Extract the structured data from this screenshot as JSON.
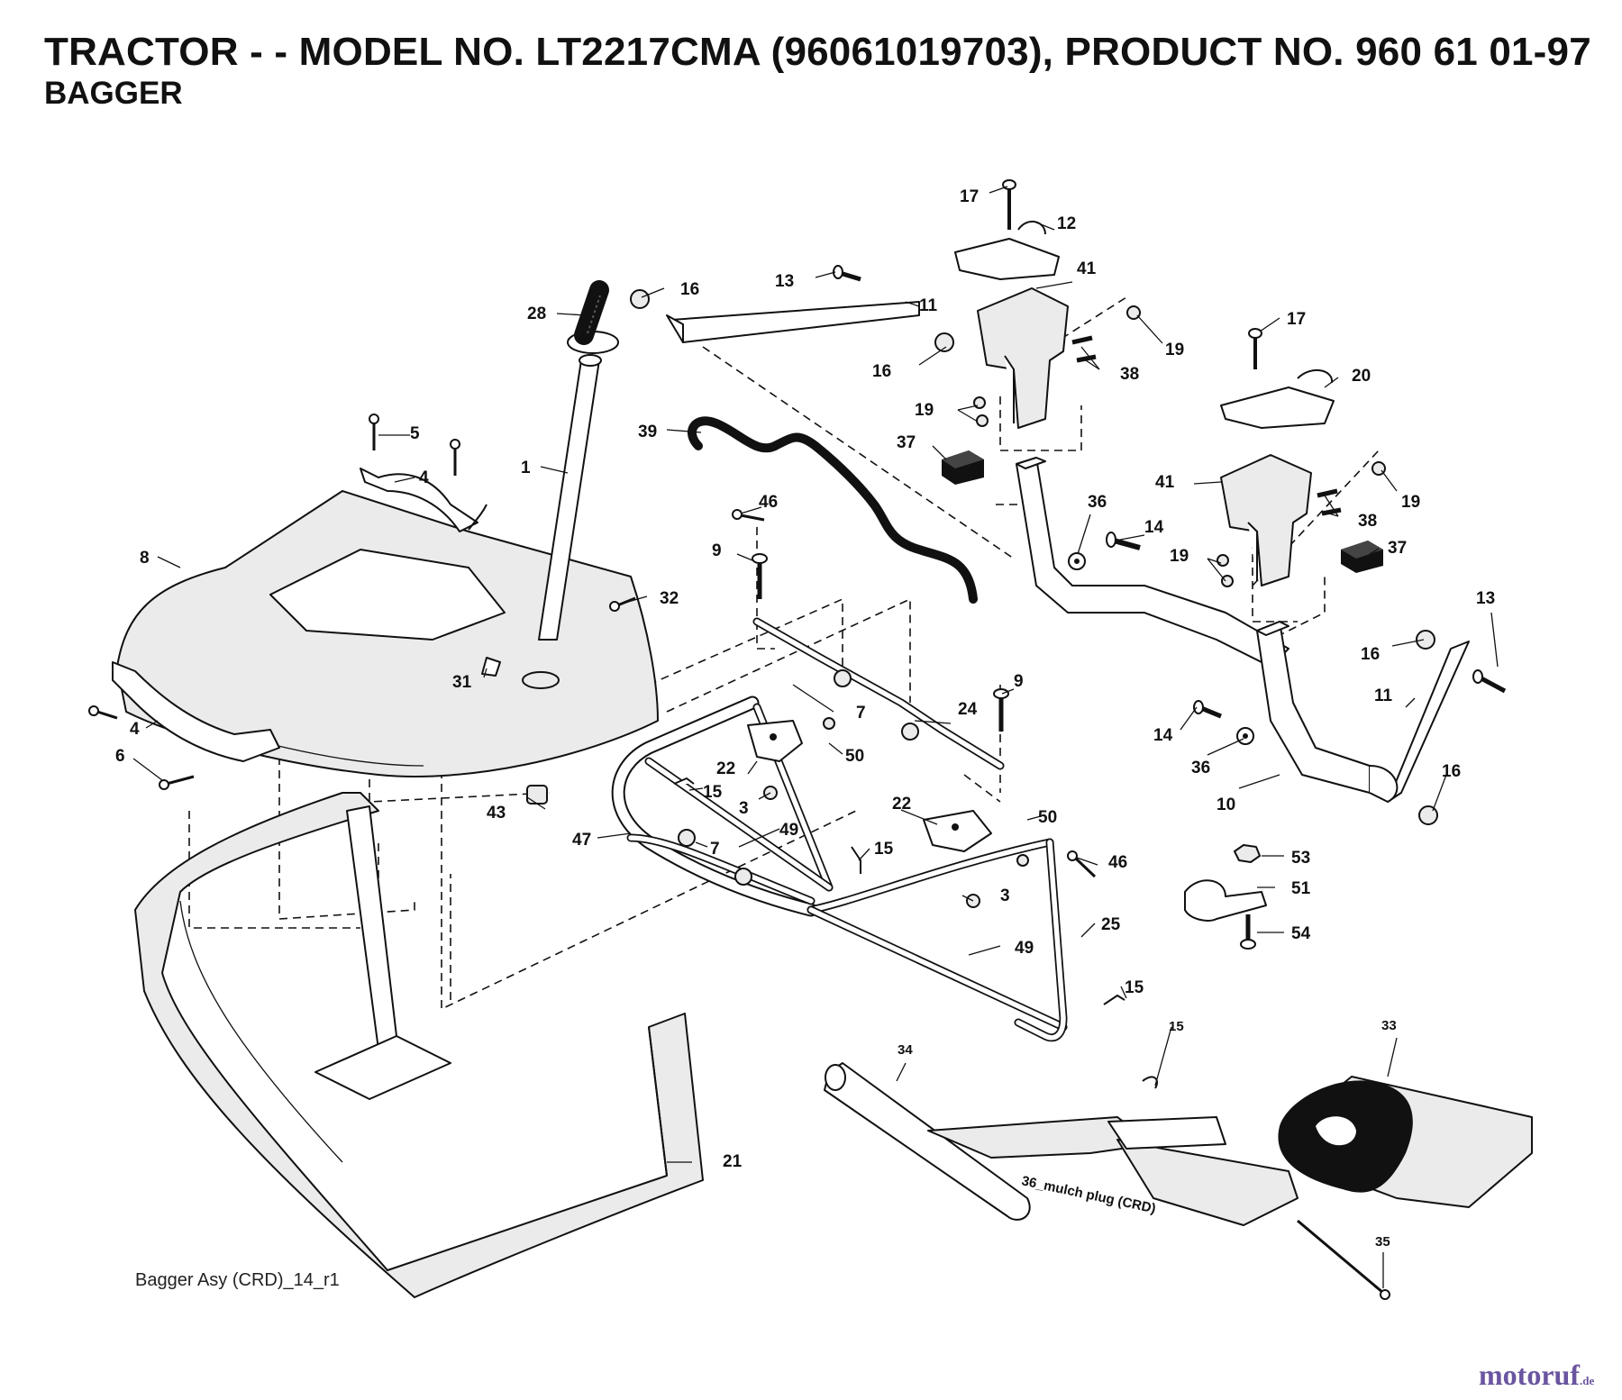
{
  "header": {
    "title": "TRACTOR - - MODEL NO. LT2217CMA (96061019703), PRODUCT NO. 960 61 01-97",
    "subtitle": "BAGGER"
  },
  "callouts": [
    "1",
    "3",
    "3",
    "4",
    "4",
    "5",
    "6",
    "7",
    "7",
    "8",
    "9",
    "9",
    "10",
    "11",
    "11",
    "12",
    "13",
    "13",
    "14",
    "14",
    "15",
    "15",
    "15",
    "15",
    "16",
    "16",
    "16",
    "16",
    "17",
    "17",
    "19",
    "19",
    "19",
    "19",
    "20",
    "21",
    "22",
    "22",
    "24",
    "25",
    "28",
    "31",
    "32",
    "33",
    "34",
    "35",
    "36",
    "36",
    "37",
    "37",
    "38",
    "38",
    "39",
    "41",
    "41",
    "43",
    "46",
    "46",
    "47",
    "49",
    "49",
    "50",
    "50",
    "51",
    "53",
    "54"
  ],
  "notes": {
    "mulch_plug": "36_mulch plug (CRD)"
  },
  "footer": {
    "caption": "Bagger Asy (CRD)_14_r1",
    "brand_main": "motoruf",
    "brand_sup": ".de"
  },
  "colors": {
    "ink": "#111111",
    "brand": "#6a55a0",
    "background": "#ffffff"
  }
}
